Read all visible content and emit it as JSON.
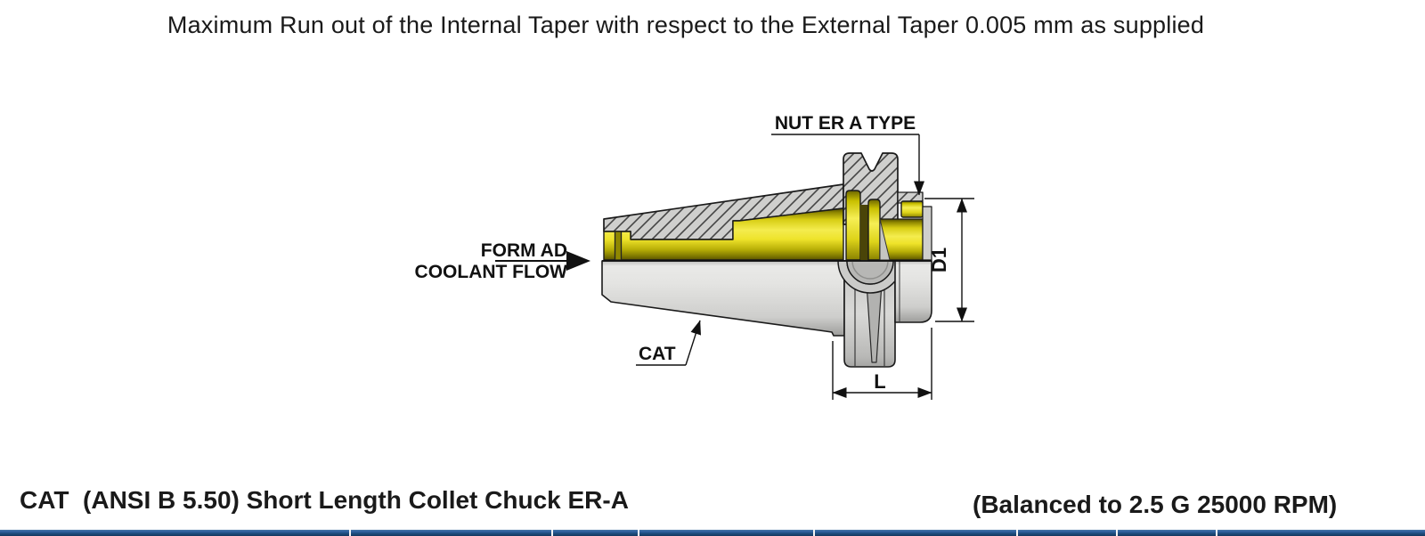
{
  "note_top": "Maximum Run out of the Internal Taper with respect to the External Taper 0.005 mm as supplied",
  "diagram": {
    "labels": {
      "nut": "NUT ER A TYPE",
      "coolant_line1": "FORM AD",
      "coolant_line2": "COOLANT FLOW",
      "taper": "CAT",
      "dim_diameter": "D1",
      "dim_length": "L"
    },
    "colors": {
      "bore_yellow": "#e8df1f",
      "metal_gray": "#d6d6d4",
      "outline": "#1a1a1a"
    }
  },
  "footer": {
    "product_title": "CAT  (ANSI B 5.50) Short Length Collet Chuck ER-A",
    "balance_note": "(Balanced to 2.5 G 25000 RPM)"
  },
  "table_header_bar": {
    "color_top": "#3a6ea5",
    "color_bottom": "#12375f",
    "divider_x": [
      392,
      619,
      716,
      913,
      1141,
      1253,
      1365
    ]
  }
}
